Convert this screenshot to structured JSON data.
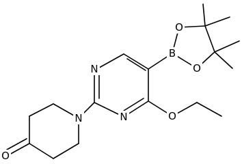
{
  "structure": {
    "atoms": {
      "n_ring_top": "N",
      "n_ring_bottom": "N",
      "n_piperidine": "N",
      "o_ketone": "O",
      "o_ether": "O",
      "boron": "B",
      "o_boronate_top": "O",
      "o_boronate_bottom": "O"
    }
  }
}
